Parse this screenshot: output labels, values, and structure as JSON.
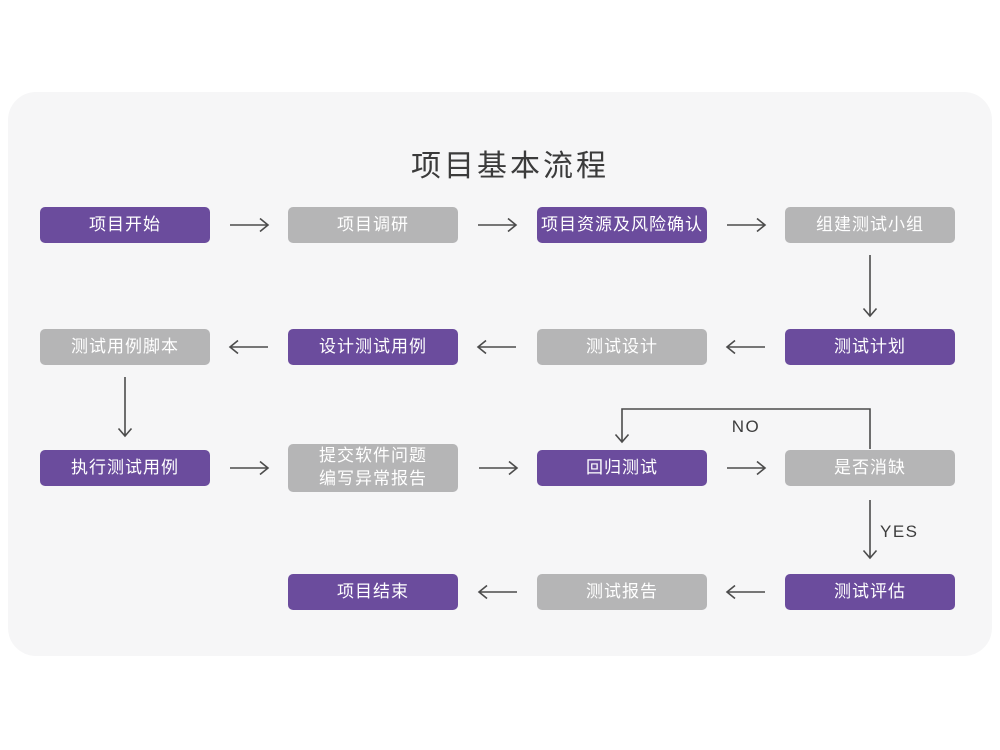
{
  "title": "项目基本流程",
  "colors": {
    "node_purple": "#6B4C9D",
    "node_gray": "#B5B5B6",
    "arrow": "#4C4C4C",
    "card_background": "#F6F6F7",
    "page_background": "#FFFFFF",
    "node_text": "#FFFFFF",
    "title_text": "#3B3B3B"
  },
  "flowchart": {
    "nodes": [
      {
        "id": "project-start",
        "label": "项目开始",
        "variant": "purple"
      },
      {
        "id": "project-research",
        "label": "项目调研",
        "variant": "gray"
      },
      {
        "id": "resource-risk",
        "label": "项目资源及风险确认",
        "variant": "purple"
      },
      {
        "id": "build-team",
        "label": "组建测试小组",
        "variant": "gray"
      },
      {
        "id": "test-plan",
        "label": "测试计划",
        "variant": "purple"
      },
      {
        "id": "test-design",
        "label": "测试设计",
        "variant": "gray"
      },
      {
        "id": "design-cases",
        "label": "设计测试用例",
        "variant": "purple"
      },
      {
        "id": "case-script",
        "label": "测试用例脚本",
        "variant": "gray"
      },
      {
        "id": "execute-cases",
        "label": "执行测试用例",
        "variant": "purple"
      },
      {
        "id": "submit-issues",
        "label": "提交软件问题\n编写异常报告",
        "variant": "gray"
      },
      {
        "id": "regression-test",
        "label": "回归测试",
        "variant": "purple"
      },
      {
        "id": "defect-check",
        "label": "是否消缺",
        "variant": "gray"
      },
      {
        "id": "test-evaluation",
        "label": "测试评估",
        "variant": "purple"
      },
      {
        "id": "test-report",
        "label": "测试报告",
        "variant": "gray"
      },
      {
        "id": "project-end",
        "label": "项目结束",
        "variant": "purple"
      }
    ],
    "edges": [
      {
        "from": "project-start",
        "to": "project-research",
        "label": ""
      },
      {
        "from": "project-research",
        "to": "resource-risk",
        "label": ""
      },
      {
        "from": "resource-risk",
        "to": "build-team",
        "label": ""
      },
      {
        "from": "build-team",
        "to": "test-plan",
        "label": ""
      },
      {
        "from": "test-plan",
        "to": "test-design",
        "label": ""
      },
      {
        "from": "test-design",
        "to": "design-cases",
        "label": ""
      },
      {
        "from": "design-cases",
        "to": "case-script",
        "label": ""
      },
      {
        "from": "case-script",
        "to": "execute-cases",
        "label": ""
      },
      {
        "from": "execute-cases",
        "to": "submit-issues",
        "label": ""
      },
      {
        "from": "submit-issues",
        "to": "regression-test",
        "label": ""
      },
      {
        "from": "regression-test",
        "to": "defect-check",
        "label": ""
      },
      {
        "from": "defect-check",
        "to": "regression-test",
        "label": "NO"
      },
      {
        "from": "defect-check",
        "to": "test-evaluation",
        "label": "YES"
      },
      {
        "from": "test-evaluation",
        "to": "test-report",
        "label": ""
      },
      {
        "from": "test-report",
        "to": "project-end",
        "label": ""
      }
    ],
    "edge_labels": {
      "no": "NO",
      "yes": "YES"
    }
  }
}
